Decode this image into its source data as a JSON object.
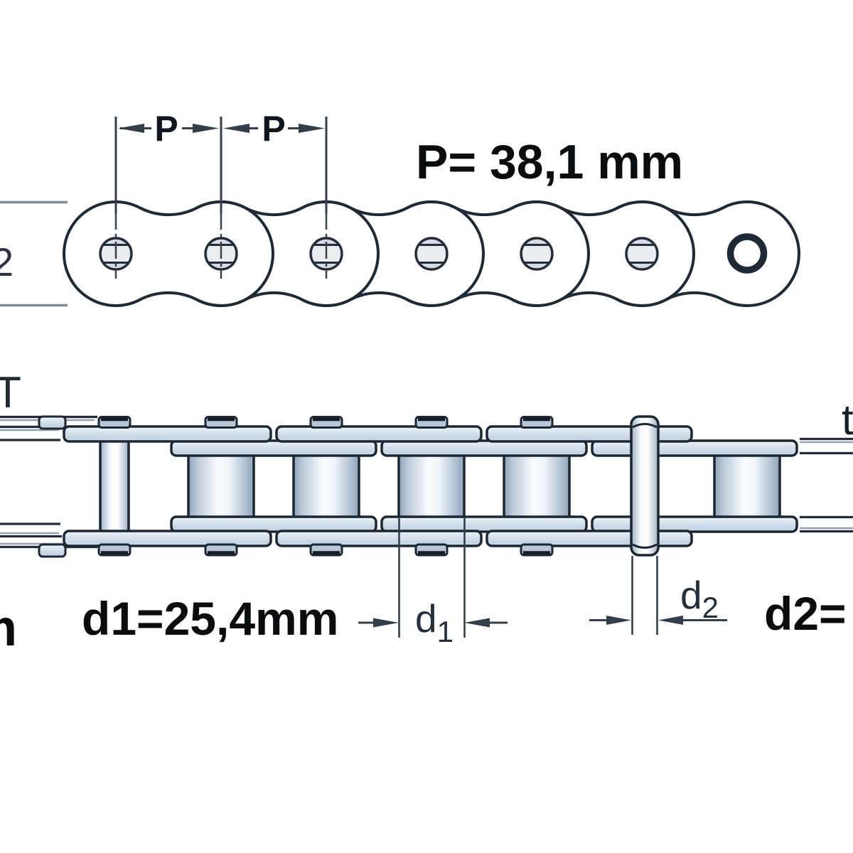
{
  "top_view": {
    "pitch_dim_left_label": "P",
    "pitch_dim_right_label": "P",
    "pitch_value_label": "P= 38,1 mm",
    "left_edge_partial_label": "2"
  },
  "side_view": {
    "left_top_partial_label": "T",
    "right_top_partial_label": "t",
    "left_bottom_partial_label": "m",
    "roller_diameter_symbol": "d",
    "roller_diameter_subscript": "1",
    "roller_diameter_value": "d1=25,4mm",
    "pin_diameter_symbol": "d",
    "pin_diameter_subscript": "2",
    "pin_diameter_value": "d2="
  },
  "colors": {
    "outline_dark": "#1f2a37",
    "dimension_line": "#333e4a",
    "plate_fill_light": "#eef3f9",
    "plate_fill_shade": "#c6d4e4",
    "roller_edge": "#8fa3b8",
    "text_black": "#0b0c0d",
    "gray_break_line": "#98a2ad",
    "background": "#ffffff"
  }
}
